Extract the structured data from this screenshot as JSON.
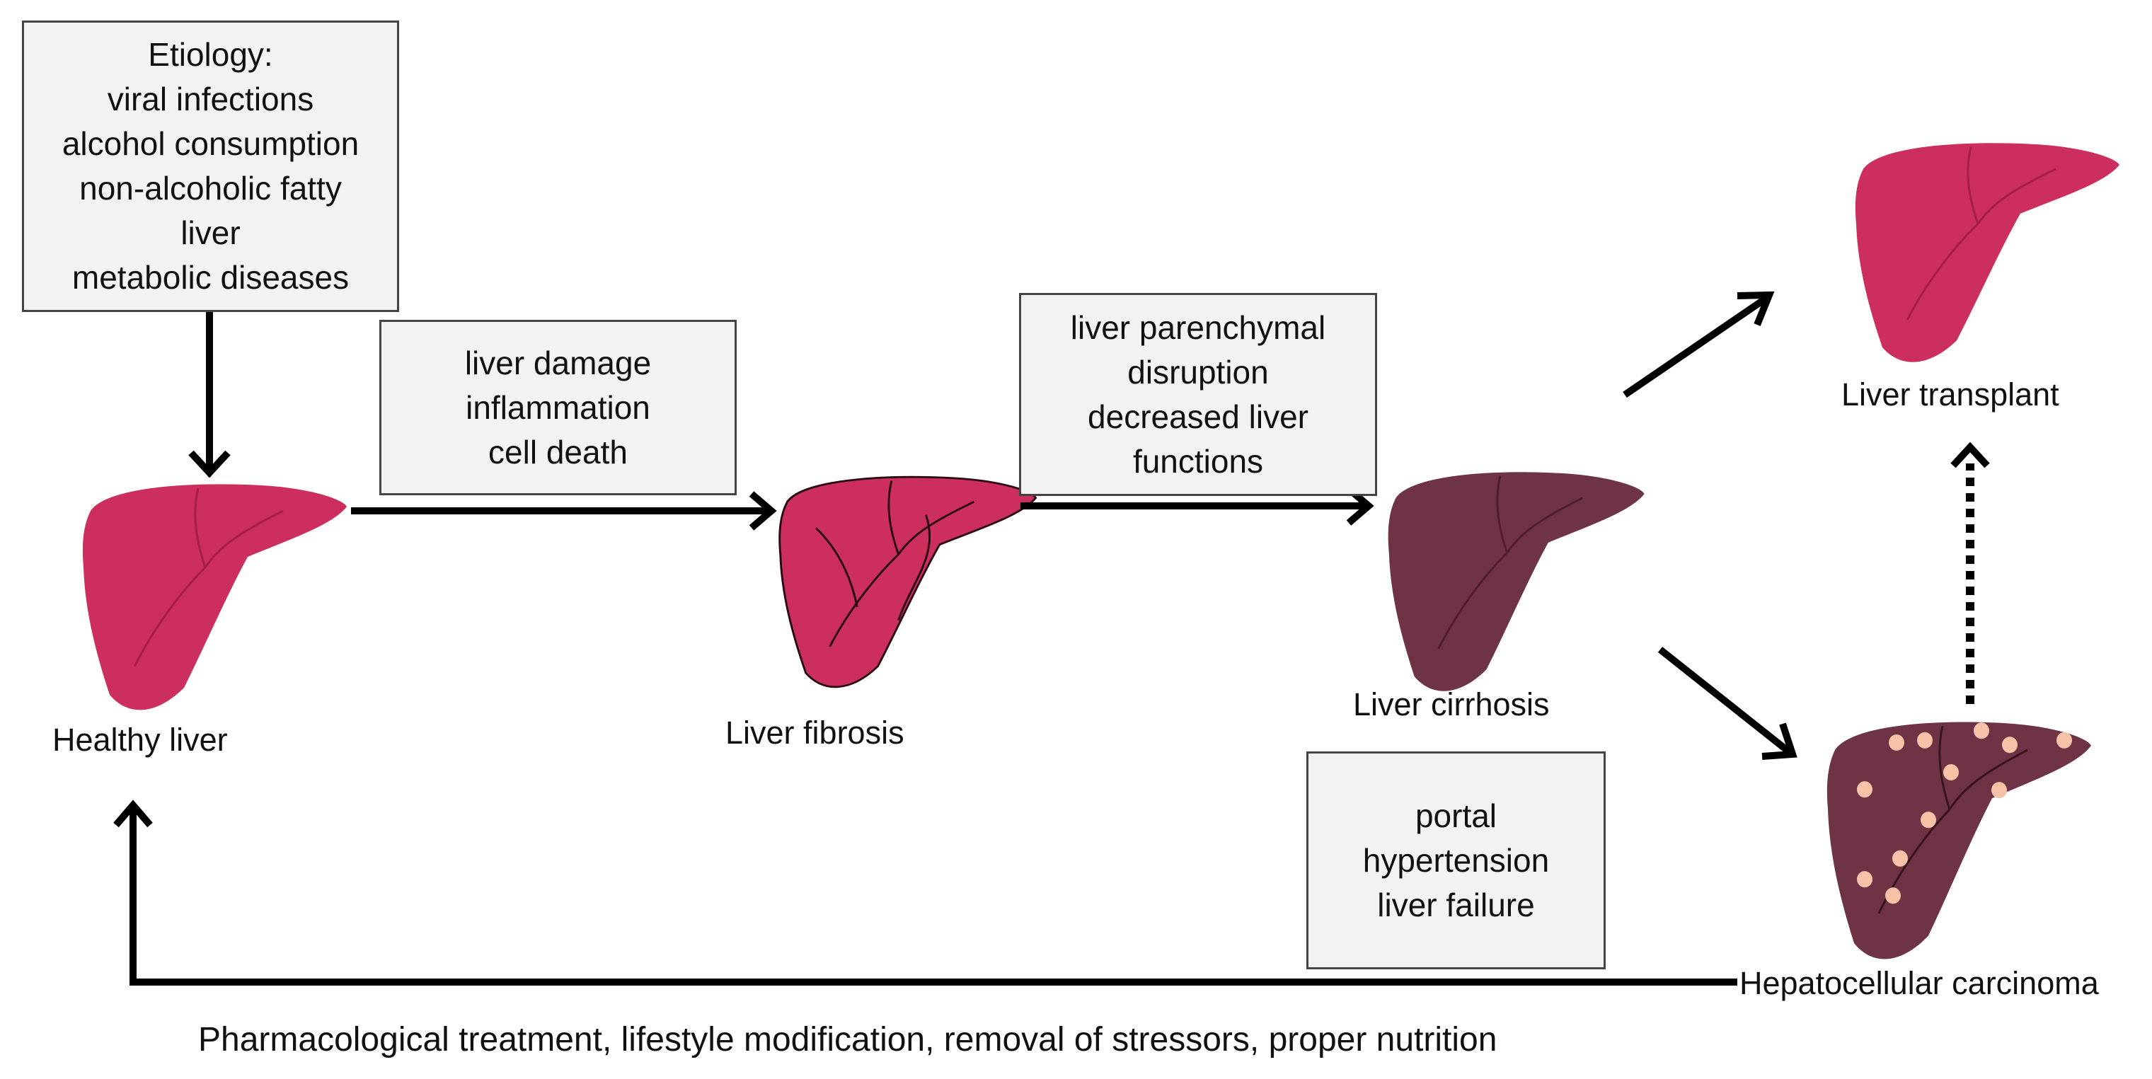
{
  "boxes": {
    "etiology": [
      "Etiology:",
      "viral infections",
      "alcohol consumption",
      "non-alcoholic fatty",
      "liver",
      "metabolic diseases"
    ],
    "damage": [
      "liver damage",
      "inflammation",
      "cell death"
    ],
    "parenchymal": [
      "liver parenchymal",
      "disruption",
      "decreased liver",
      "functions"
    ],
    "portal": [
      "portal",
      "hypertension",
      "liver failure"
    ]
  },
  "labels": {
    "healthy": "Healthy liver",
    "fibrosis": "Liver fibrosis",
    "cirrhosis": "Liver cirrhosis",
    "transplant": "Liver transplant",
    "hcc": "Hepatocellular carcinoma"
  },
  "treatment": "Pharmacological treatment, lifestyle modification, removal of stressors, proper nutrition",
  "colors": {
    "healthy_liver": "#cc2e5d",
    "cirrhotic_liver": "#6e3344",
    "tumor_spots": "#f6c2a8",
    "arrow": "#000000",
    "box_fill": "#f2f2f2"
  }
}
